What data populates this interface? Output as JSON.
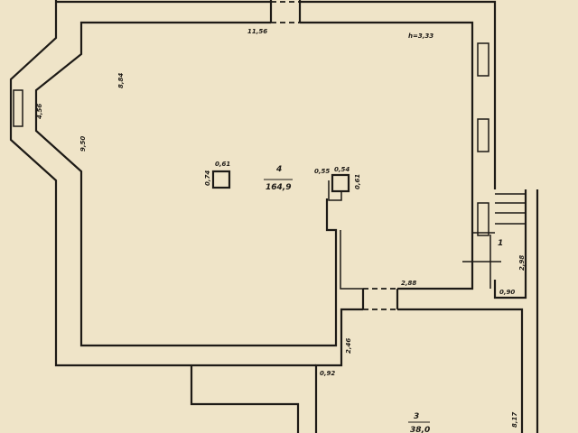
{
  "colors": {
    "paper": "#efe4c8",
    "ink": "#1d1a16"
  },
  "rooms": {
    "room4": {
      "number": "4",
      "area": "164,9"
    },
    "room3": {
      "number": "3",
      "area": "38,0"
    },
    "room1": {
      "number": "1"
    }
  },
  "dimensions": {
    "top_wall": "11,56",
    "ceiling_height": "h=3,33",
    "left_upper": "8,84",
    "bay": "4,56",
    "left_main": "9,50",
    "column1_top": "0,61",
    "column1_side": "0,74",
    "column2_left": "0,55",
    "column2_top": "0,54",
    "column2_side": "0,61",
    "stair_side": "2,98",
    "stair_bottom": "0,90",
    "corridor": "2,88",
    "room3_left": "2,46",
    "room3_step": "0,92",
    "room3_right": "8,17"
  }
}
